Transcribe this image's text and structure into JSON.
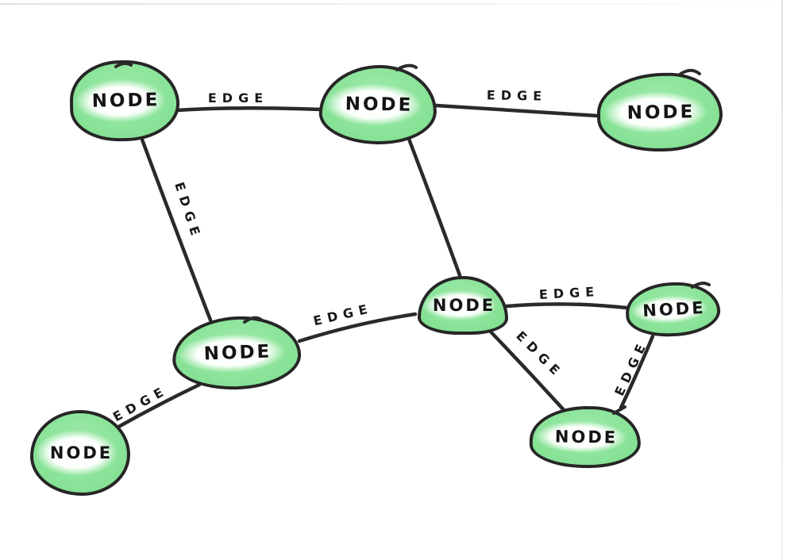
{
  "diagram": {
    "kind": "hand-drawn-graph",
    "colors": {
      "ink": "#262626",
      "node_fill": "#8ce49a",
      "node_highlight": "#ffffff",
      "paper": "#ffffff"
    },
    "node_count": 8,
    "edge_count": 9
  },
  "graph": {
    "nodes": [
      {
        "id": "top-left",
        "label": "NODE"
      },
      {
        "id": "top-middle",
        "label": "NODE"
      },
      {
        "id": "top-right",
        "label": "NODE"
      },
      {
        "id": "center",
        "label": "NODE"
      },
      {
        "id": "right",
        "label": "NODE"
      },
      {
        "id": "mid-left",
        "label": "NODE"
      },
      {
        "id": "bottom-left",
        "label": "NODE"
      },
      {
        "id": "bottom-right",
        "label": "NODE"
      }
    ],
    "edges": [
      {
        "from": "top-left",
        "to": "top-middle",
        "label": "EDGE"
      },
      {
        "from": "top-middle",
        "to": "top-right",
        "label": "EDGE"
      },
      {
        "from": "top-left",
        "to": "mid-left",
        "label": "EDGE"
      },
      {
        "from": "top-middle",
        "to": "center",
        "label": ""
      },
      {
        "from": "mid-left",
        "to": "center",
        "label": "EDGE"
      },
      {
        "from": "center",
        "to": "right",
        "label": "EDGE"
      },
      {
        "from": "center",
        "to": "bottom-right",
        "label": "EDGE"
      },
      {
        "from": "right",
        "to": "bottom-right",
        "label": "EDGE"
      },
      {
        "from": "bottom-left",
        "to": "mid-left",
        "label": "EDGE"
      }
    ]
  }
}
